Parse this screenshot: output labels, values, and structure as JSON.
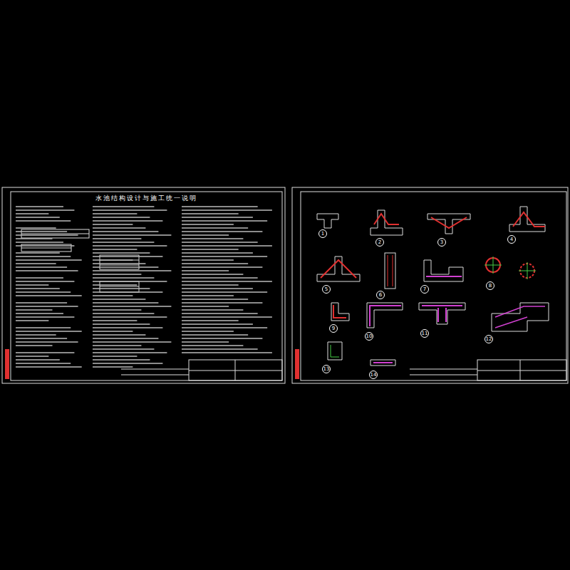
{
  "diagram": {
    "title": "水池结构设计与施工统一说明",
    "labels": [
      "1",
      "2",
      "3",
      "4",
      "5",
      "6",
      "7",
      "8",
      "9",
      "10",
      "11",
      "12",
      "13",
      "14"
    ]
  }
}
